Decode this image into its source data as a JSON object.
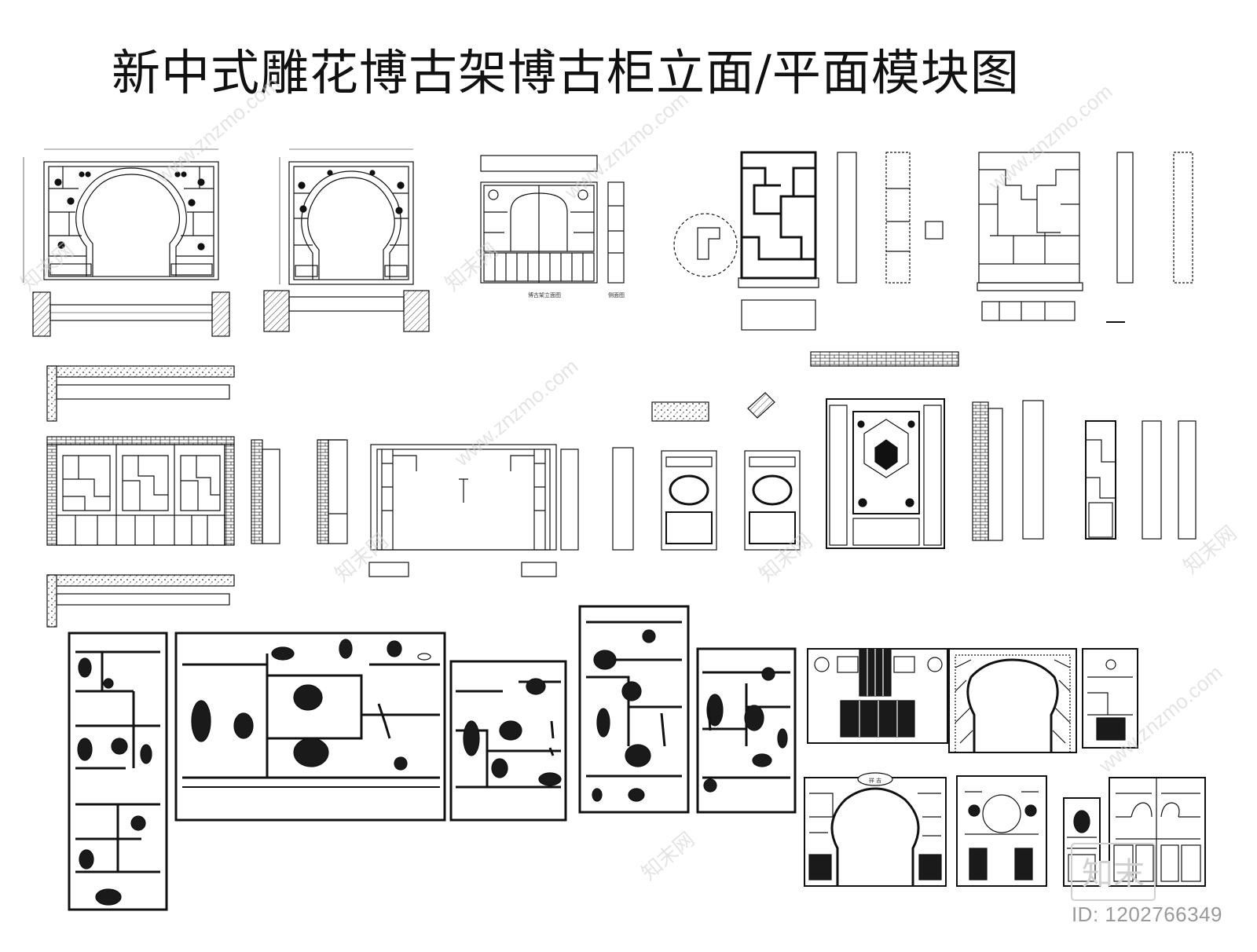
{
  "title": "新中式雕花博古架博古柜立面/平面模块图",
  "drawing_labels": {
    "front_elevation": "博古架立面图",
    "side_elevation": "侧面图",
    "arch_plaque": "祥 吉"
  },
  "watermark": {
    "site": "www.znzmo.com",
    "brand": "知末网"
  },
  "logo_text": "知末",
  "image_id": "ID: 1202766349",
  "colors": {
    "line": "#111111",
    "fill_dark": "#1a1a1a",
    "watermark": "#cfcfcf"
  }
}
